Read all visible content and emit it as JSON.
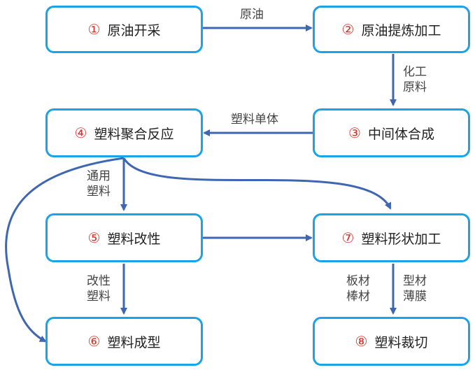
{
  "colors": {
    "box_border": "#1aa3e8",
    "arrow": "#3f67b1",
    "step_number": "#d9332b"
  },
  "nodes": [
    {
      "num": "①",
      "label": "原油开采"
    },
    {
      "num": "②",
      "label": "原油提炼加工"
    },
    {
      "num": "③",
      "label": "中间体合成"
    },
    {
      "num": "④",
      "label": "塑料聚合反应"
    },
    {
      "num": "⑤",
      "label": "塑料改性"
    },
    {
      "num": "⑥",
      "label": "塑料成型"
    },
    {
      "num": "⑦",
      "label": "塑料形状加工"
    },
    {
      "num": "⑧",
      "label": "塑料裁切"
    }
  ],
  "edges": {
    "e1_2": "原油",
    "e2_3": [
      "化工",
      "原料"
    ],
    "e3_4": "塑料单体",
    "e4_5": [
      "通用",
      "塑料"
    ],
    "e5_6": [
      "改性",
      "塑料"
    ],
    "e7_8_left": [
      "板材",
      "棒材"
    ],
    "e7_8_right": [
      "型材",
      "薄膜"
    ]
  }
}
